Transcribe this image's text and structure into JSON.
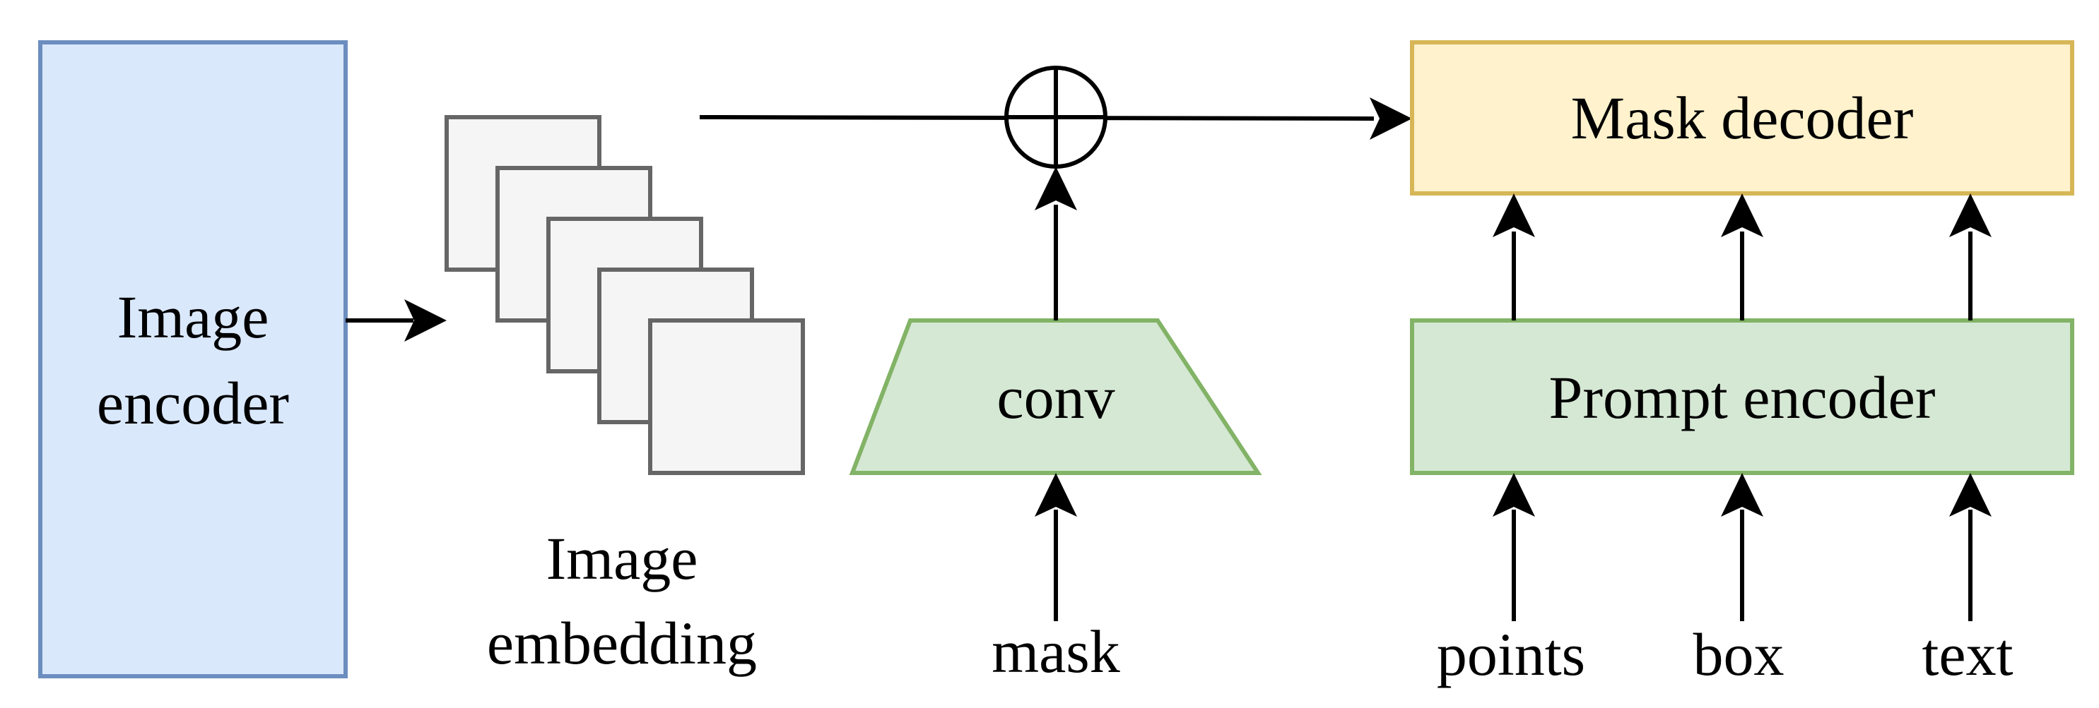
{
  "nodes": {
    "image_encoder": {
      "line1": "Image",
      "line2": "encoder"
    },
    "image_embedding": {
      "line1": "Image",
      "line2": "embedding"
    },
    "conv": {
      "label": "conv"
    },
    "mask_decoder": {
      "label": "Mask decoder"
    },
    "prompt_encoder": {
      "label": "Prompt encoder"
    }
  },
  "inputs": {
    "mask": "mask",
    "points": "points",
    "box": "box",
    "text": "text"
  },
  "colors": {
    "image_encoder_fill": "#dae8fc",
    "image_encoder_stroke": "#6c8ebf",
    "embedding_fill": "#f5f5f5",
    "embedding_stroke": "#666666",
    "green_fill": "#d5e8d4",
    "green_stroke": "#82b366",
    "decoder_fill": "#fff2cc",
    "decoder_stroke": "#d6b656",
    "arrow": "#000000"
  }
}
